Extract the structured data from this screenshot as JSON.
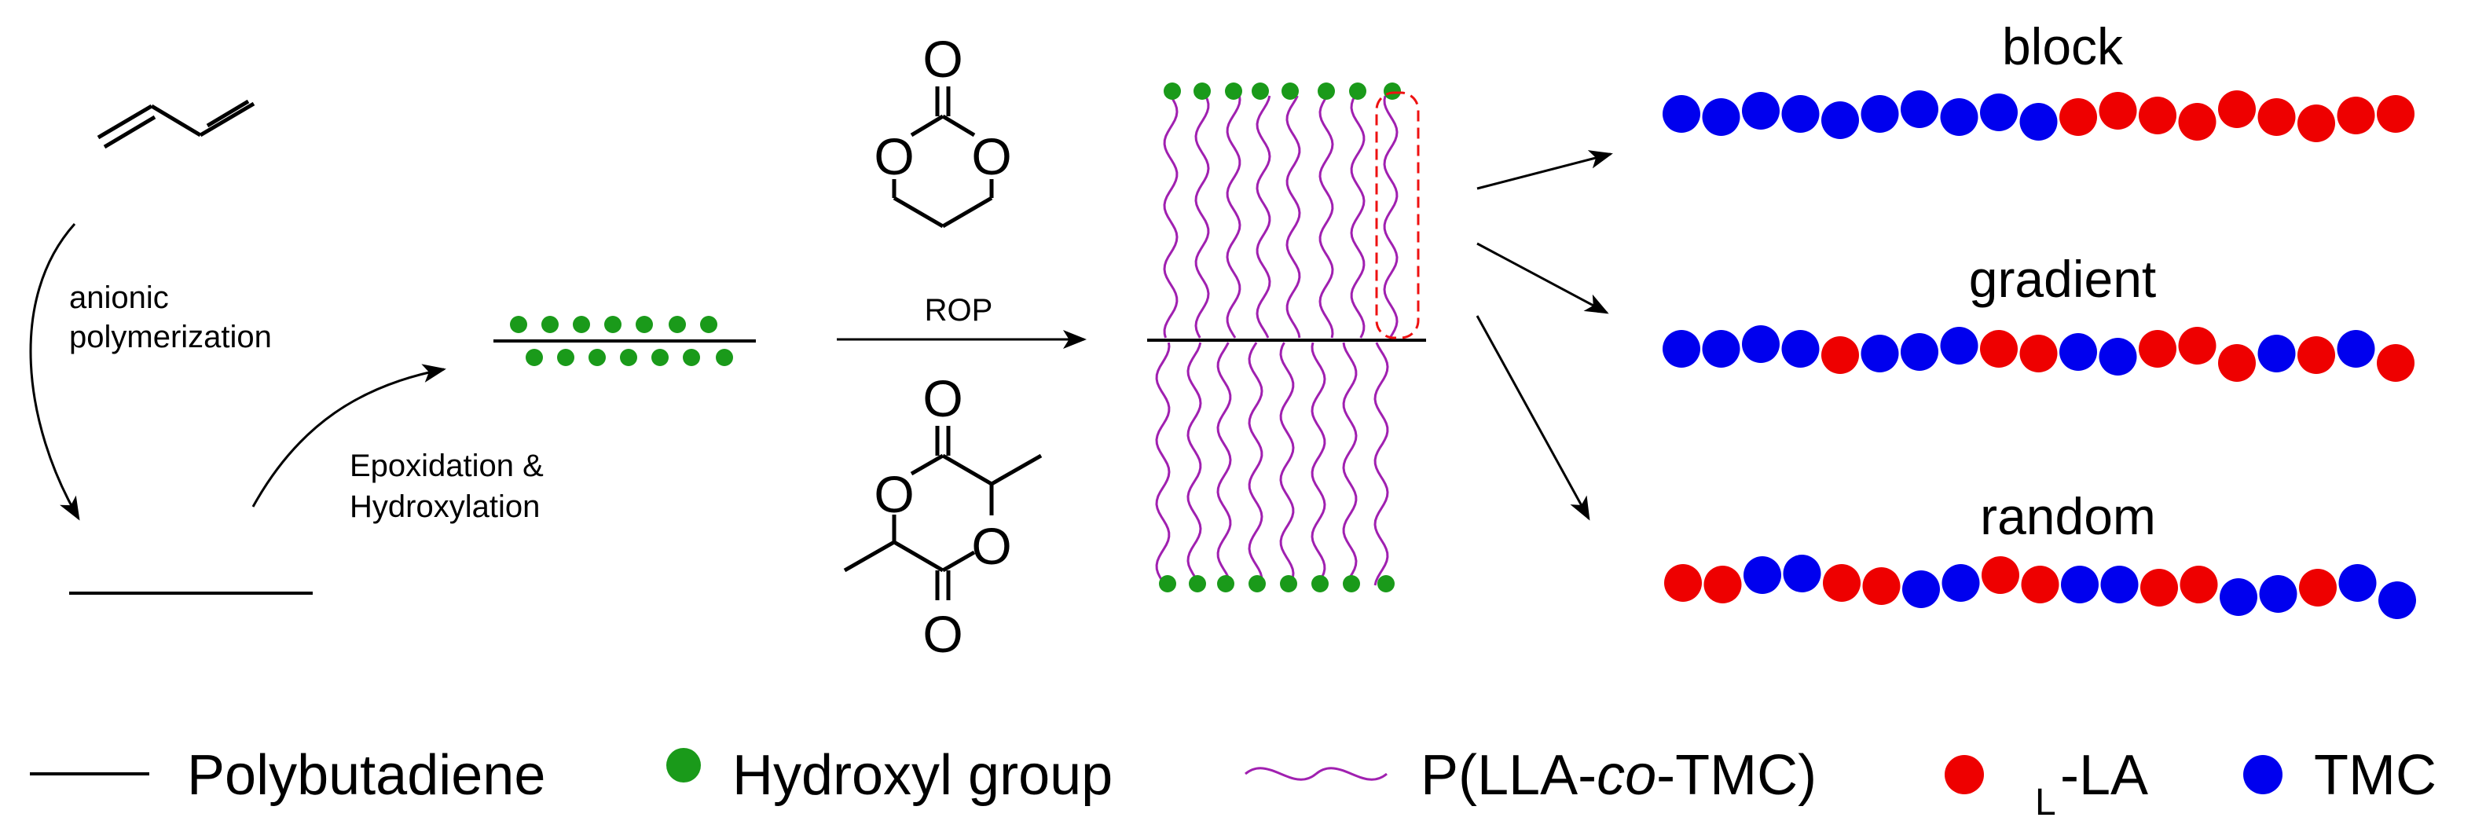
{
  "labels": {
    "step1": [
      "anionic",
      "polymerization"
    ],
    "step2": [
      "Epoxidation &",
      "Hydroxylation"
    ],
    "rop": "ROP"
  },
  "atoms": {
    "tmc": {
      "carbonyl_o": "O",
      "ring_o_left": "O",
      "ring_o_right": "O"
    },
    "lla": {
      "o_top": "O",
      "o_ring_left": "O",
      "o_ring_right": "O",
      "o_bottom": "O"
    }
  },
  "chains": {
    "block": {
      "title": "block",
      "sequence": "BBBBBBBBBBRRRRRRRRR"
    },
    "gradient": {
      "title": "gradient",
      "sequence": "BBBBRBBBRRBBRRRBRBR"
    },
    "random": {
      "title": "random",
      "sequence": "RRBBRRBBRRBBRRBBRBB"
    }
  },
  "legend": {
    "polybutadiene": "Polybutadiene",
    "hydroxyl": "Hydroxyl group",
    "copolymer": {
      "prefix": "P(LLA-",
      "italic": "co",
      "suffix": "-TMC)"
    },
    "lla": {
      "sub": "L",
      "main": "-LA"
    },
    "tmc": "TMC"
  },
  "colors": {
    "hydroxyl": "#1a9a1a",
    "lla": "#ee0000",
    "tmc": "#0000ee",
    "copolymer": "#a020b0",
    "highlight": "#ee1111",
    "line": "#000000"
  }
}
